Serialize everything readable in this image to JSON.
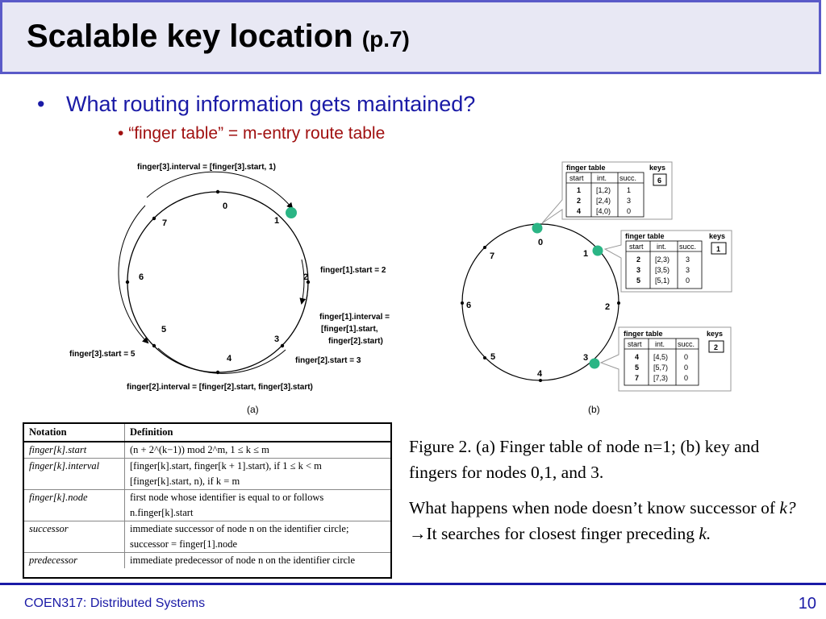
{
  "header": {
    "title": "Scalable key location",
    "page_ref": "(p.7)"
  },
  "bullets": {
    "main": "What routing information gets maintained?",
    "sub": "“finger table”  = m-entry route table",
    "dot": "•"
  },
  "diagram_a": {
    "node_labels": [
      "0",
      "1",
      "2",
      "3",
      "4",
      "5",
      "6",
      "7"
    ],
    "ann_finger3_interval": "finger[3].interval = [finger[3].start, 1)",
    "ann_finger1_start": "finger[1].start = 2",
    "ann_finger1_interval_1": "finger[1].interval =",
    "ann_finger1_interval_2": "[finger[1].start,",
    "ann_finger1_interval_3": "finger[2].start)",
    "ann_finger2_start": "finger[2].start = 3",
    "ann_finger3_start": "finger[3].start = 5",
    "ann_finger2_interval": "finger[2].interval = [finger[2].start, finger[3].start)",
    "caption": "(a)"
  },
  "diagram_b": {
    "node_labels": [
      "0",
      "1",
      "2",
      "3",
      "4",
      "5",
      "6",
      "7"
    ],
    "caption": "(b)",
    "table_header": {
      "title": "finger table",
      "keys": "keys",
      "start": "start",
      "int": "int.",
      "succ": "succ."
    },
    "tables": [
      {
        "key": "6",
        "rows": [
          [
            "1",
            "[1,2)",
            "1"
          ],
          [
            "2",
            "[2,4)",
            "3"
          ],
          [
            "4",
            "[4,0)",
            "0"
          ]
        ]
      },
      {
        "key": "1",
        "rows": [
          [
            "2",
            "[2,3)",
            "3"
          ],
          [
            "3",
            "[3,5)",
            "3"
          ],
          [
            "5",
            "[5,1)",
            "0"
          ]
        ]
      },
      {
        "key": "2",
        "rows": [
          [
            "4",
            "[4,5)",
            "0"
          ],
          [
            "5",
            "[5,7)",
            "0"
          ],
          [
            "7",
            "[7,3)",
            "0"
          ]
        ]
      }
    ]
  },
  "notation_table": {
    "headers": [
      "Notation",
      "Definition"
    ],
    "rows": [
      [
        "finger[k].start",
        "(n + 2^(k−1)) mod 2^m, 1 ≤ k ≤ m"
      ],
      [
        "finger[k].interval",
        "[finger[k].start, finger[k + 1].start), if 1 ≤ k < m"
      ],
      [
        "",
        "[finger[k].start, n), if k = m"
      ],
      [
        "finger[k].node",
        "first node whose identifier is equal to or follows"
      ],
      [
        "",
        "n.finger[k].start"
      ],
      [
        "successor",
        "immediate successor of node n on the identifier circle;"
      ],
      [
        "",
        "successor = finger[1].node"
      ],
      [
        "predecessor",
        "immediate predecessor of node n on the identifier circle"
      ]
    ]
  },
  "caption": {
    "p1": "Figure 2. (a) Finger table of node n=1; (b) key and fingers for nodes 0,1, and 3.",
    "p2_a": "What happens when node doesn’t know successor of ",
    "p2_k": "k?",
    "p2_arrow": "→",
    "p2_b": "It searches for closest finger preceding ",
    "p2_k2": "k."
  },
  "footer": {
    "course": "COEN317: Distributed Systems",
    "page_number": "10"
  },
  "colors": {
    "node_green": "#2bb585",
    "title_border": "#5a5ac8",
    "bullet_blue": "#1a1aa6",
    "sub_red": "#a01010"
  }
}
